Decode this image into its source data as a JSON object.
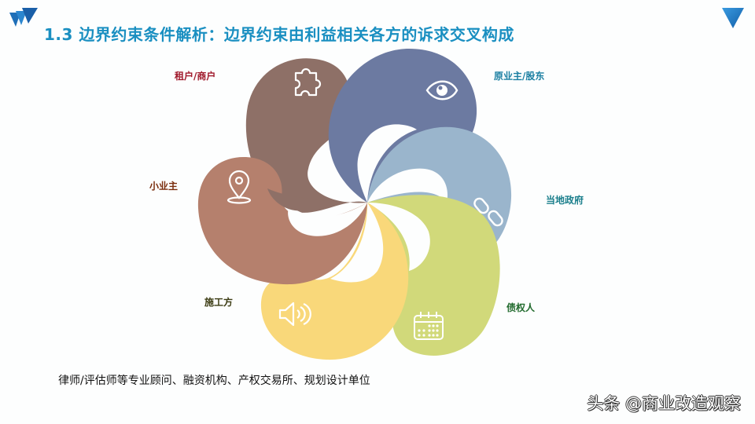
{
  "header": {
    "title": "1.3 边界约束条件解析：边界约束由利益相关各方的诉求交叉构成"
  },
  "colors": {
    "title": "#1a8fc1",
    "accent_triangle": "#1a72b8",
    "petal_tenant": "#8e7067",
    "petal_owner": "#6c7aa1",
    "petal_government": "#9ab5cc",
    "petal_creditor": "#d1d97a",
    "petal_contractor": "#f9d87a",
    "petal_small_owner": "#b5806d"
  },
  "stakeholders": [
    {
      "id": "tenant",
      "label": "租户/商户",
      "icon": "puzzle-icon",
      "label_color": "#a0192b"
    },
    {
      "id": "original-owner",
      "label": "原业主/股东",
      "icon": "eye-icon",
      "label_color": "#1b7fa2"
    },
    {
      "id": "local-government",
      "label": "当地政府",
      "icon": "chain-link-icon",
      "label_color": "#1b7f8c"
    },
    {
      "id": "creditor",
      "label": "债权人",
      "icon": "calendar-icon",
      "label_color": "#226b2e"
    },
    {
      "id": "contractor",
      "label": "施工方",
      "icon": "speaker-icon",
      "label_color": "#3b3b12"
    },
    {
      "id": "small-owner",
      "label": "小业主",
      "icon": "location-pin-icon",
      "label_color": "#7a2c0c"
    }
  ],
  "footer": {
    "note": "律师/评估师等专业顾问、融资机构、产权交易所、规划设计单位"
  },
  "watermark": {
    "text": "头条 @商业改造观察"
  }
}
